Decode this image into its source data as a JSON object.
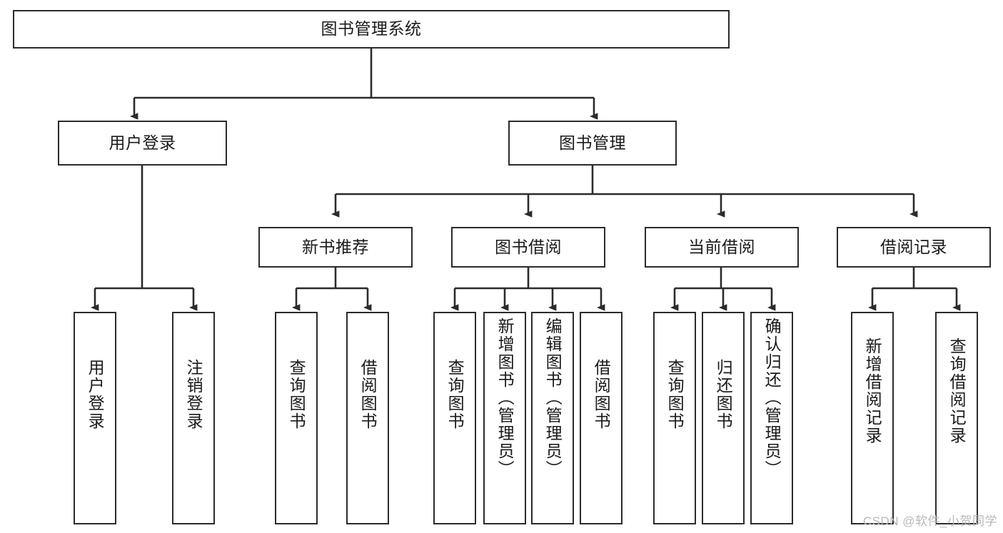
{
  "diagram": {
    "type": "tree-hierarchy-chart",
    "title": "图书管理系统",
    "watermark": "CSDN @软件_小贺同学",
    "colors": {
      "border": "#2b2b2b",
      "text": "#1a1a1a",
      "background": "#ffffff",
      "watermark": "#b8b8b8"
    },
    "nodes": {
      "root": {
        "label": "图书管理系统"
      },
      "level2": [
        {
          "label": "用户登录"
        },
        {
          "label": "图书管理"
        }
      ],
      "level3": [
        {
          "label": "新书推荐"
        },
        {
          "label": "图书借阅"
        },
        {
          "label": "当前借阅"
        },
        {
          "label": "借阅记录"
        }
      ],
      "leaves_user_login": [
        {
          "label": "用户登录"
        },
        {
          "label": "注销登录"
        }
      ],
      "leaves_new_book": [
        {
          "label": "查询图书"
        },
        {
          "label": "借阅图书"
        }
      ],
      "leaves_borrow": [
        {
          "label": "查询图书"
        },
        {
          "label": "新增图书（管理员）"
        },
        {
          "label": "编辑图书（管理员）"
        },
        {
          "label": "借阅图书"
        }
      ],
      "leaves_current": [
        {
          "label": "查询图书"
        },
        {
          "label": "归还图书"
        },
        {
          "label": "确认归还（管理员）"
        }
      ],
      "leaves_records": [
        {
          "label": "新增借阅记录"
        },
        {
          "label": "查询借阅记录"
        }
      ]
    }
  }
}
